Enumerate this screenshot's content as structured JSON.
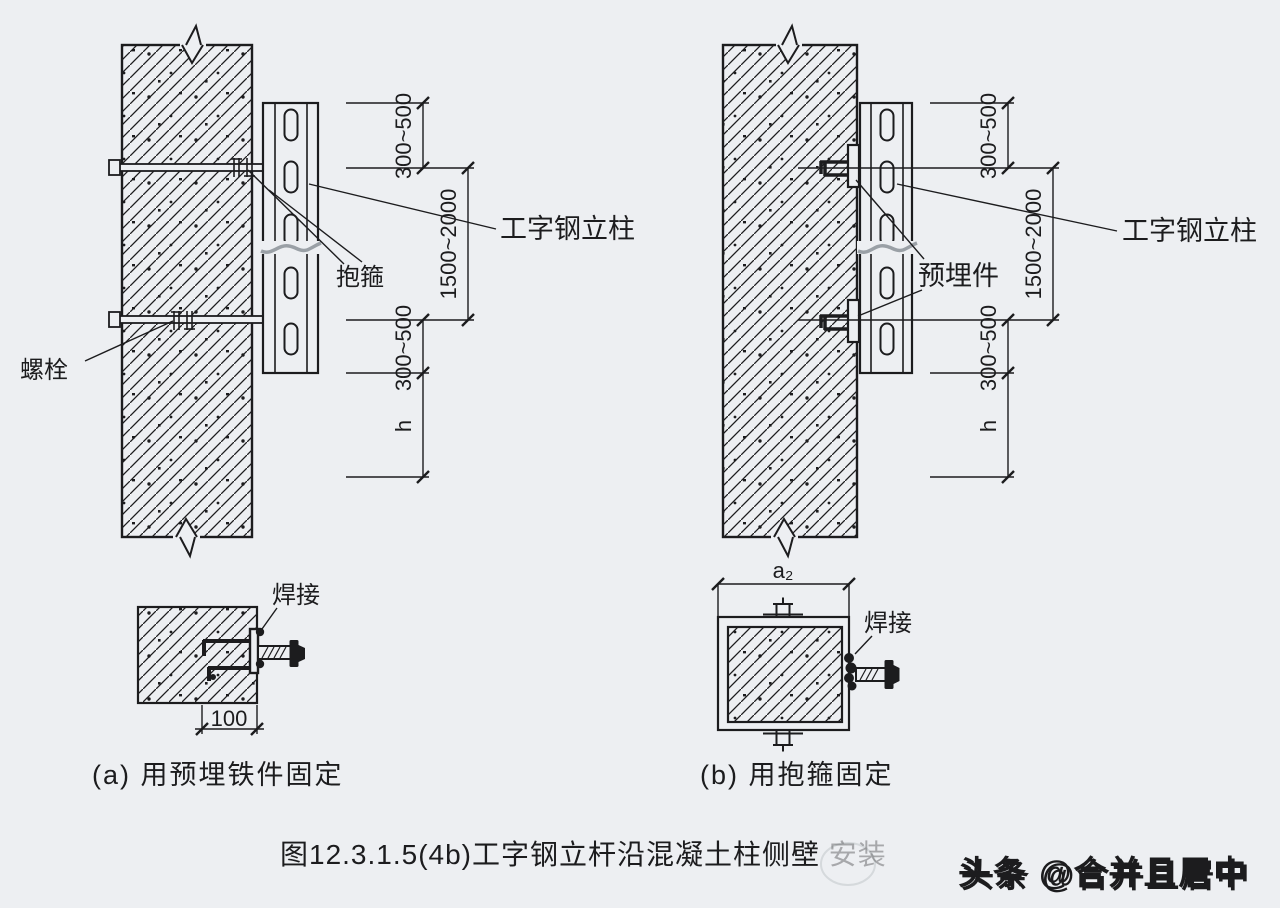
{
  "colors": {
    "ink": "#1c1c1e",
    "background": "#edeff2",
    "break_gray": "#9aa0a6"
  },
  "figure": {
    "title_main": "图12.3.1.5(4b)工字钢立杆沿混凝土柱侧壁",
    "title_faded": "安装",
    "watermark": "头条 @合并且居中"
  },
  "diagram_a": {
    "caption": "(a) 用预埋铁件固定",
    "labels": {
      "column": "工字钢立柱",
      "hoop": "抱箍",
      "bolt": "螺栓"
    },
    "dims": {
      "top": "300~500",
      "middle": "1500~2000",
      "bottom": "300~500",
      "height": "h"
    },
    "detail": {
      "weld": "焊接",
      "width": "100"
    }
  },
  "diagram_b": {
    "caption": "(b) 用抱箍固定",
    "labels": {
      "column": "工字钢立柱",
      "embed": "预埋件"
    },
    "dims": {
      "top": "300~500",
      "middle": "1500~2000",
      "bottom": "300~500",
      "height": "h"
    },
    "detail": {
      "weld": "焊接",
      "top_width": "a₂"
    }
  }
}
